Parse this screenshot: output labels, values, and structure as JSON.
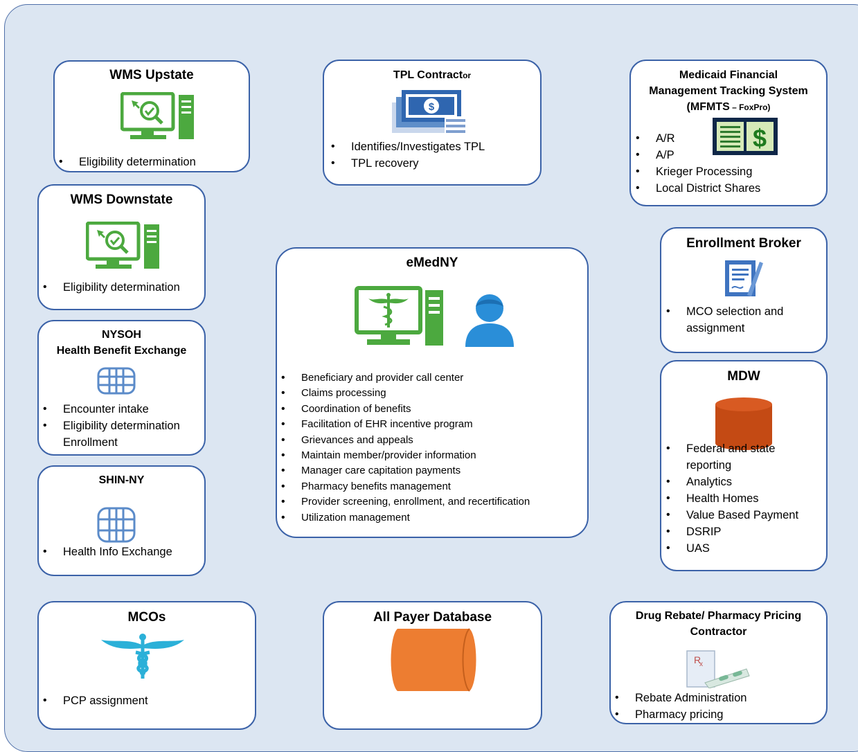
{
  "cards": {
    "wms_upstate": {
      "title": "WMS Upstate",
      "items": [
        "Eligibility determination"
      ]
    },
    "tpl": {
      "title_main": "TPL Contract",
      "title_tail": "or",
      "items": [
        "Identifies/Investigates TPL",
        "TPL recovery"
      ]
    },
    "mfmts": {
      "title_line1": "Medicaid Financial",
      "title_line2": "Management Tracking  System",
      "title_line3": "(MFMTS",
      "title_line3_small": " – FoxPro)",
      "items": [
        "A/R",
        "A/P",
        "Krieger Processing",
        "Local District Shares"
      ]
    },
    "wms_downstate": {
      "title": "WMS Downstate",
      "items": [
        "Eligibility determination"
      ]
    },
    "enrollment_broker": {
      "title": "Enrollment Broker",
      "items": [
        "MCO selection and",
        "assignment"
      ]
    },
    "nysoh": {
      "title_line1": "NYSOH",
      "title_line2": "Health Benefit Exchange",
      "items": [
        "Encounter intake",
        "Eligibility determination",
        "Enrollment"
      ]
    },
    "emedny": {
      "title": "eMedNY",
      "items": [
        "Beneficiary and provider call center",
        "Claims processing",
        "Coordination of benefits",
        "Facilitation of EHR incentive program",
        "Grievances and appeals",
        "Maintain member/provider information",
        "Manager care capitation payments",
        "Pharmacy benefits management",
        "Provider screening, enrollment, and recertification",
        "Utilization management"
      ]
    },
    "mdw": {
      "title": "MDW",
      "items": [
        "Federal and state",
        "reporting",
        "Analytics",
        "Health Homes",
        "Value Based Payment",
        "DSRIP",
        "UAS"
      ]
    },
    "shin_ny": {
      "title": "SHIN-NY",
      "items": [
        "Health Info Exchange"
      ]
    },
    "mcos": {
      "title": "MCOs",
      "items": [
        "PCP assignment"
      ]
    },
    "all_payer": {
      "title": "All Payer Database"
    },
    "drug_rebate": {
      "title_line1": "Drug Rebate/ Pharmacy Pricing",
      "title_line2": "Contractor",
      "items": [
        "Rebate Administration",
        "Pharmacy pricing"
      ]
    }
  },
  "colors": {
    "background": "#dce6f2",
    "card_border": "#3b62a8",
    "monitor_green": "#4ca93f",
    "person_blue": "#2a8ed8",
    "database_red": "#c44a14",
    "database_orange": "#ed7d31",
    "globe_blue": "#5b8bc9"
  },
  "icons": [
    "computer-search-icon",
    "money-icon",
    "ledger-dollar-icon",
    "document-sign-icon",
    "globe-icon",
    "medical-computer-icon",
    "person-icon",
    "database-icon",
    "caduceus-icon",
    "prescription-icon"
  ]
}
